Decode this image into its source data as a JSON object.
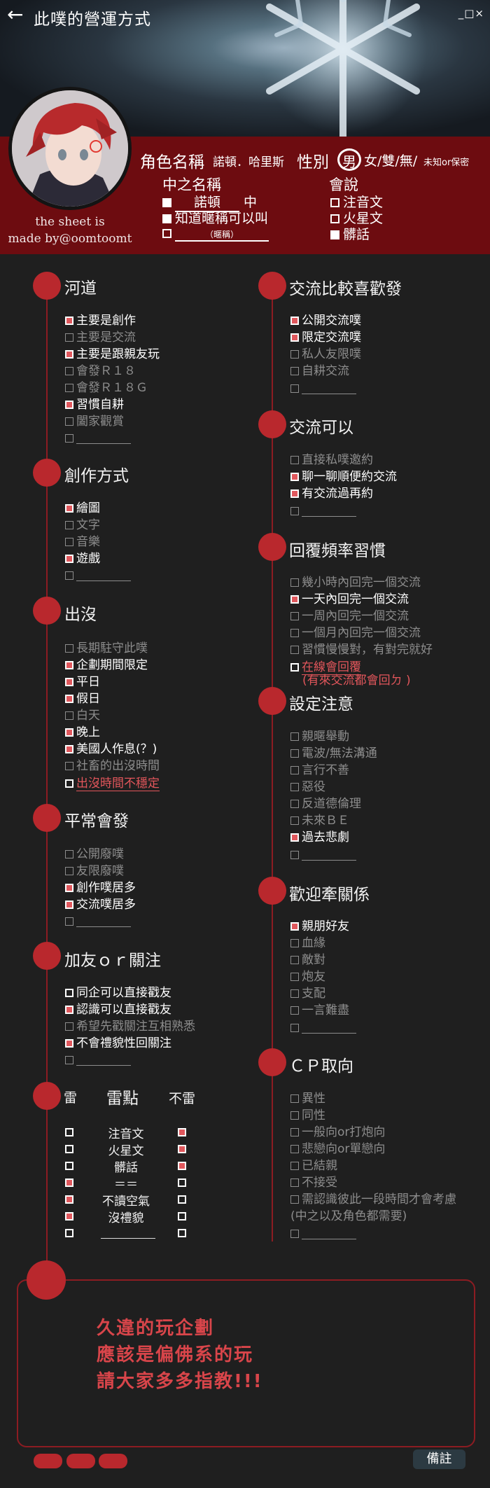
{
  "titlebar": {
    "back_icon": "←",
    "title": "此噗的營運方式",
    "controls": "_□×"
  },
  "profile": {
    "credit_line1": "the sheet is",
    "credit_line2": "made by@oomtoomt",
    "role_label": "角色名稱",
    "role_name": "諾頓．哈里斯",
    "gender_label": "性別",
    "gender_selected": "男",
    "gender_options": "女/雙/無/",
    "gender_note": "未知or保密",
    "nickname_header": "中之名稱",
    "nickname_value": "諾頓",
    "nickname_suffix": "中",
    "nickname_known": "知道暱稱可以叫",
    "nickname_hint": "（暱稱）",
    "speak_header": "會說",
    "speak_items": [
      "注音文",
      "火星文",
      "髒話"
    ]
  },
  "sections": {
    "river": {
      "title": "河道",
      "items": [
        "主要是創作",
        "主要是交流",
        "主要是跟親友玩",
        "會發Ｒ１８",
        "會發Ｒ１８Ｇ",
        "習慣自耕",
        "闔家觀賞"
      ]
    },
    "create": {
      "title": "創作方式",
      "items": [
        "繪圖",
        "文字",
        "音樂",
        "遊戲"
      ]
    },
    "appear": {
      "title": "出沒",
      "items": [
        "長期駐守此噗",
        "企劃期間限定",
        "平日",
        "假日",
        "白天",
        "晚上",
        "美國人作息(？)",
        "社畜的出沒時間",
        "出沒時間不穩定"
      ]
    },
    "usual": {
      "title": "平常會發",
      "items": [
        "公開廢噗",
        "友限廢噗",
        "創作噗居多",
        "交流噗居多"
      ]
    },
    "friend": {
      "title": "加友ｏｒ關注",
      "items": [
        "同企可以直接戳友",
        "認識可以直接戳友",
        "希望先戳關注互相熟悉",
        "不會禮貌性回關注"
      ]
    },
    "exchange": {
      "title": "交流比較喜歡發",
      "items": [
        "公開交流噗",
        "限定交流噗",
        "私人友限噗",
        "自耕交流"
      ]
    },
    "exok": {
      "title": "交流可以",
      "items": [
        "直接私噗邀約",
        "聊一聊順便約交流",
        "有交流過再約"
      ]
    },
    "reply": {
      "title": "回覆頻率習慣",
      "items": [
        "幾小時內回完一個交流",
        "一天內回完一個交流",
        "一周內回完一個交流",
        "一個月內回完一個交流",
        "習慣慢慢對，有對完就好",
        "在線會回覆",
        "(有來交流都會回ㄉ )"
      ]
    },
    "setting": {
      "title": "設定注意",
      "items": [
        "親暱舉動",
        "電波/無法溝通",
        "言行不善",
        "惡役",
        "反道德倫理",
        "未來ＢＥ",
        "過去悲劇"
      ]
    },
    "relation": {
      "title": "歡迎牽關係",
      "items": [
        "親朋好友",
        "血緣",
        "敵對",
        "炮友",
        "支配",
        "一言難盡"
      ]
    },
    "cp": {
      "title": "ＣＰ取向",
      "items": [
        "異性",
        "同性",
        "一般向or打炮向",
        "悲戀向or單戀向",
        "已結親",
        "不接受",
        "需認識彼此一段時間才會考慮",
        "(中之以及角色都需要)"
      ]
    }
  },
  "thunder": {
    "left_header": "雷",
    "mid_header": "雷點",
    "right_header": "不雷",
    "rows": [
      "注音文",
      "火星文",
      "髒話",
      "＝＝",
      "不讀空氣",
      "沒禮貌"
    ]
  },
  "memo": {
    "lines": [
      "久違的玩企劃",
      "應該是偏佛系的玩",
      "請大家多多指教!!!"
    ],
    "button": "備註"
  },
  "colors": {
    "accent": "#b9282d",
    "band": "#6d0c10",
    "bg": "#1f1f1f",
    "checked": "#e0585d"
  }
}
